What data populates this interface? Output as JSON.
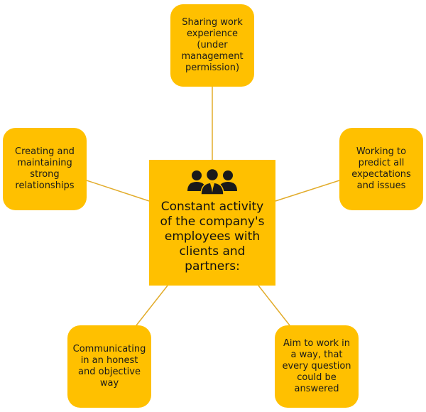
{
  "colors": {
    "node_fill": "#FFC000",
    "connector": "#E2AC2B",
    "icon": "#1a1a1a"
  },
  "center": {
    "icon": "people-group-icon",
    "text": "Constant activity\nof the company's\nemployees with\nclients and\npartners:"
  },
  "nodes": {
    "top": "Sharing work\nexperience\n(under\nmanagement\npermission)",
    "left": "Creating and\nmaintaining\nstrong\nrelationships",
    "right": "Working to\npredict all\nexpectations\nand issues",
    "bottom_left": "Communicating\nin an honest\nand objective\nway",
    "bottom_right": "Aim to work in\na way, that\nevery question\ncould be\nanswered"
  }
}
